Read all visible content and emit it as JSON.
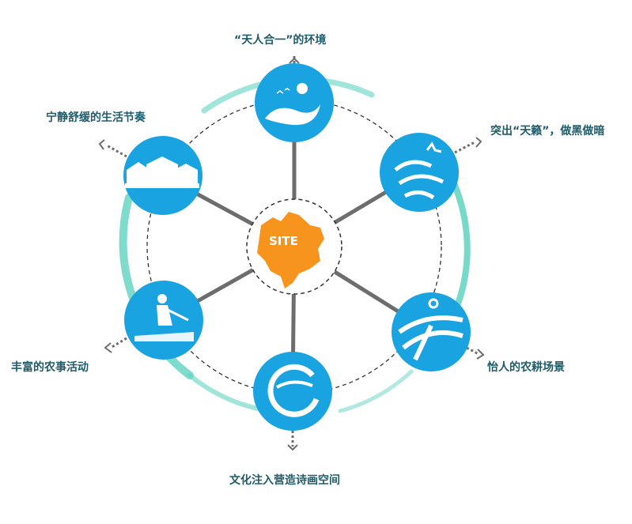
{
  "center": {
    "label": "SITE"
  },
  "colors": {
    "node": "#19a3e0",
    "site": "#f7941d",
    "ring": "#5fd3c0",
    "spoke": "#6d6d6d",
    "label": "#1f5c6b"
  },
  "nodes": [
    {
      "label": "“天人合一”的环境",
      "icon": "landscape-river-icon"
    },
    {
      "label": "突出“天籁”，做黑做暗",
      "icon": "night-sky-wave-icon"
    },
    {
      "label": "怡人的农耕场景",
      "icon": "farmland-icon"
    },
    {
      "label": "文化注入营造诗画空间",
      "icon": "ink-painting-icon"
    },
    {
      "label": "丰富的农事活动",
      "icon": "farmer-icon"
    },
    {
      "label": "宁静舒缓的生活节奏",
      "icon": "village-houses-icon"
    }
  ]
}
